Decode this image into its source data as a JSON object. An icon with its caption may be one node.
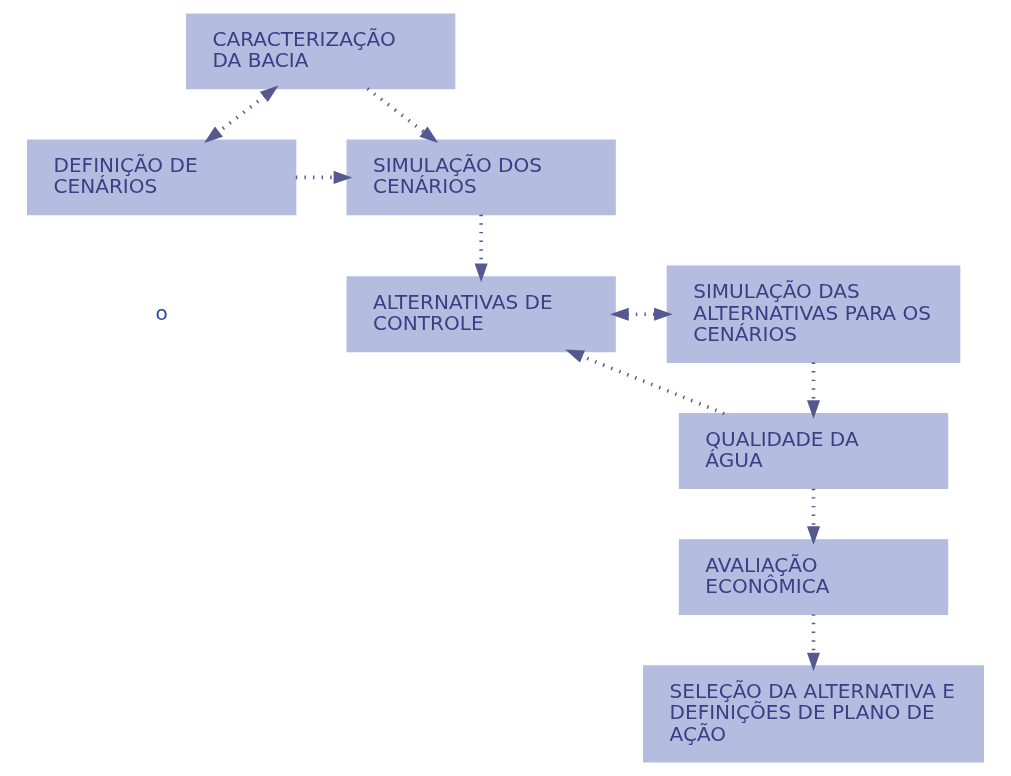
{
  "diagram": {
    "nodes": [
      {
        "text": [
          "CARACTERIZAÇÃO DA BACIA"
        ]
      },
      {
        "text": [
          "DEFINIÇÃO DE CENÁRIOS"
        ]
      },
      {
        "text": [
          "SIMULAÇÃO DOS CENÁRIOS"
        ]
      },
      {
        "text": [
          "ALTERNATIVAS DE CONTROLE"
        ]
      },
      {
        "text": [
          "SIMULAÇÃO DAS ALTERNATIVAS PARA OS CENÁRIOS"
        ]
      },
      {
        "text": [
          "QUALIDADE DA ÁGUA"
        ]
      },
      {
        "text": [
          "AVALIAÇÃO ECONÔMICA"
        ]
      },
      {
        "text": [
          "SELEÇÃO DA ALTERNATIVA E DEFINIÇÕES DE PLANO DE AÇÃO"
        ]
      }
    ],
    "edges": [
      {
        "from": 0,
        "to": 1,
        "arrow": "both",
        "style": "dashed"
      },
      {
        "from": 0,
        "to": 2,
        "arrow": "to",
        "style": "dashed"
      },
      {
        "from": 1,
        "to": 2,
        "arrow": "to",
        "style": "dashed"
      },
      {
        "from": 2,
        "to": 3,
        "arrow": "to",
        "style": "dashed"
      },
      {
        "from": 3,
        "to": 4,
        "arrow": "both",
        "style": "dashed"
      },
      {
        "from": 4,
        "to": 5,
        "arrow": "to",
        "style": "dashed"
      },
      {
        "from": 5,
        "to": 3,
        "arrow": "to",
        "style": "dashed"
      },
      {
        "from": 5,
        "to": 6,
        "arrow": "to",
        "style": "dashed"
      },
      {
        "from": 6,
        "to": 7,
        "arrow": "to",
        "style": "dashed"
      }
    ],
    "labels": [
      "o"
    ]
  }
}
